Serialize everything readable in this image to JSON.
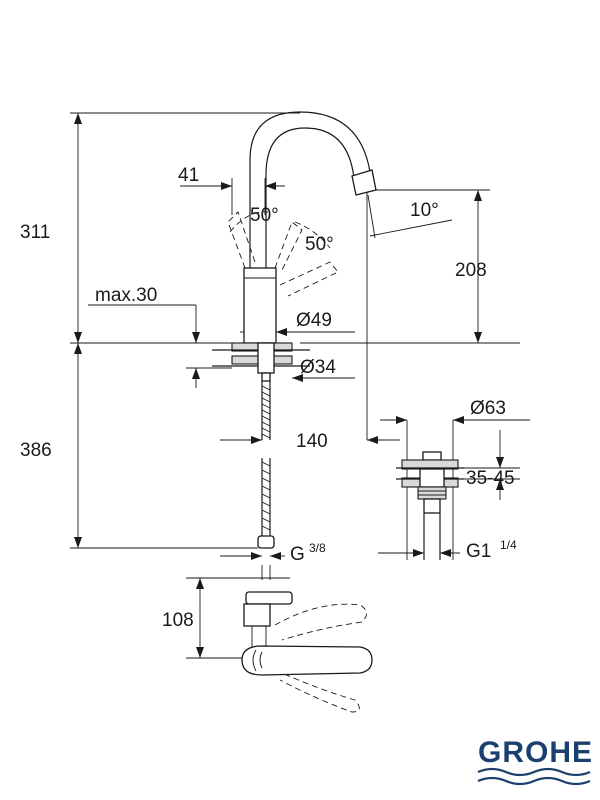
{
  "dimensions": {
    "height_upper": "311",
    "height_lower": "386",
    "spout_height": "208",
    "spout_reach": "140",
    "offset": "41",
    "angle_left": "50°",
    "angle_right": "50°",
    "spout_angle": "10°",
    "max_deck": "max.30",
    "body_diameter": "Ø49",
    "hole_diameter": "Ø34",
    "waste_diameter": "Ø63",
    "waste_thickness": "35-45",
    "lever_height": "108",
    "connection_thread": "G",
    "connection_fraction": "3/8",
    "waste_thread": "G1",
    "waste_fraction": "1/4"
  },
  "brand": {
    "name": "GROHE",
    "color": "#1b3f6e"
  }
}
